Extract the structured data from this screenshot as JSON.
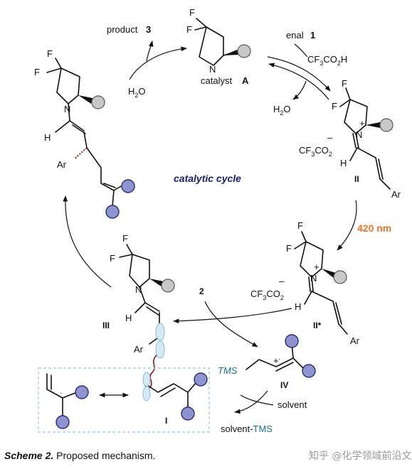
{
  "labels": {
    "product": "product",
    "product_num": "3",
    "catalyst": "catalyst",
    "catalyst_letter": "A",
    "enal": "enal",
    "enal_num": "1",
    "cf3co2h": "CF",
    "h2o_left": "H",
    "h2o_right": "H",
    "cycle": "catalytic cycle",
    "wavelength": "420 nm",
    "reagent_2": "2",
    "solvent": "solvent",
    "solvent_tms_prefix": "solvent-",
    "tms": "TMS",
    "tms_italic": "TMS",
    "counterion": "CF",
    "ar": "Ar",
    "f": "F",
    "n": "N",
    "h": "H",
    "nh": "H",
    "plus": "+",
    "minus": "–"
  },
  "intermediates": {
    "II": "II",
    "II_star": "II*",
    "III": "III",
    "IV": "IV",
    "I": "I"
  },
  "caption": {
    "title": "Scheme 2.",
    "text": " Proposed mechanism."
  },
  "watermark": "知乎 @化学领域前沿文献",
  "colors": {
    "cycle_text": "#1a1f6b",
    "wavelength": "#e8762b",
    "tms": "#1f6e8c",
    "substituent_fill": "#8f93cf",
    "catalyst_group_fill": "#c8c8c8",
    "box_border": "#a9cde3"
  }
}
